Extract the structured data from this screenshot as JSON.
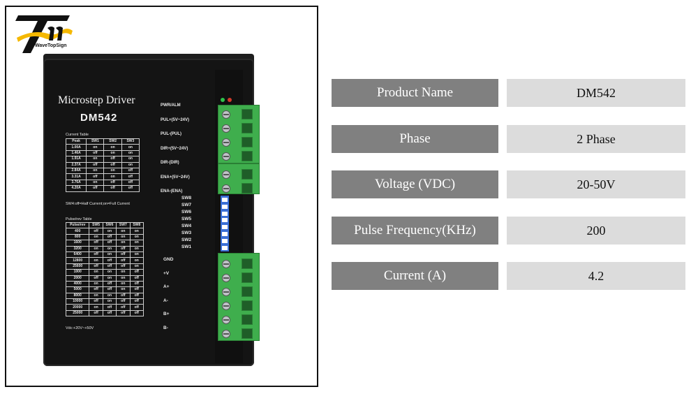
{
  "logo": {
    "text": "WaveTopSign"
  },
  "device": {
    "title": "Microstep Driver",
    "model": "DM542",
    "current_table": {
      "label": "Current Table",
      "headers": [
        "Peak",
        "SW1",
        "SW2",
        "SW3"
      ],
      "rows": [
        [
          "1.00A",
          "on",
          "on",
          "on"
        ],
        [
          "1.46A",
          "off",
          "on",
          "on"
        ],
        [
          "1.91A",
          "on",
          "off",
          "on"
        ],
        [
          "2.37A",
          "off",
          "off",
          "on"
        ],
        [
          "2.84A",
          "on",
          "on",
          "off"
        ],
        [
          "3.31A",
          "off",
          "on",
          "off"
        ],
        [
          "3.76A",
          "on",
          "off",
          "off"
        ],
        [
          "4.20A",
          "off",
          "off",
          "off"
        ]
      ]
    },
    "current_note": "SW4:off=Half Current;on=Full Current",
    "pulse_table": {
      "label": "Pulse/rev Table",
      "headers": [
        "Pulse/rev",
        "SW5",
        "SW6",
        "SW7",
        "SW8"
      ],
      "rows": [
        [
          "400",
          "off",
          "on",
          "on",
          "on"
        ],
        [
          "800",
          "on",
          "off",
          "on",
          "on"
        ],
        [
          "1600",
          "off",
          "off",
          "on",
          "on"
        ],
        [
          "3200",
          "on",
          "on",
          "off",
          "on"
        ],
        [
          "6400",
          "off",
          "on",
          "off",
          "on"
        ],
        [
          "12800",
          "on",
          "off",
          "off",
          "on"
        ],
        [
          "25600",
          "off",
          "off",
          "off",
          "on"
        ],
        [
          "1000",
          "on",
          "on",
          "on",
          "off"
        ],
        [
          "2000",
          "off",
          "on",
          "on",
          "off"
        ],
        [
          "4000",
          "on",
          "off",
          "on",
          "off"
        ],
        [
          "5000",
          "off",
          "off",
          "on",
          "off"
        ],
        [
          "8000",
          "on",
          "on",
          "off",
          "off"
        ],
        [
          "10000",
          "off",
          "on",
          "off",
          "off"
        ],
        [
          "20000",
          "on",
          "off",
          "off",
          "off"
        ],
        [
          "25000",
          "off",
          "off",
          "off",
          "off"
        ]
      ]
    },
    "vdc_note": "Vdc:+20V~+50V",
    "pins_top": [
      "PWR/ALM",
      "PUL+(5V~24V)",
      "PUL-(PUL)",
      "DIR+(5V~24V)",
      "DIR-(DIR)",
      "ENA+(5V~24V)",
      "ENA-(ENA)"
    ],
    "switches": [
      "SW8",
      "SW7",
      "SW6",
      "SW5",
      "SW4",
      "SW3",
      "SW2",
      "SW1"
    ],
    "pins_bottom": [
      "GND",
      "+V",
      "A+",
      "A-",
      "B+",
      "B-"
    ],
    "colors": {
      "body": "#141414",
      "terminal": "#3fae4d",
      "dip": "#3a6fd6"
    }
  },
  "specs": [
    {
      "name": "Product Name",
      "value": "DM542"
    },
    {
      "name": "Phase",
      "value": "2 Phase"
    },
    {
      "name": "Voltage (VDC)",
      "value": "20-50V"
    },
    {
      "name": "Pulse Frequency(KHz)",
      "value": "200"
    },
    {
      "name": "Current (A)",
      "value": "4.2"
    }
  ],
  "colors": {
    "spec_name_bg": "#808080",
    "spec_value_bg": "#dcdcdc",
    "logo_accent": "#f5b800"
  }
}
